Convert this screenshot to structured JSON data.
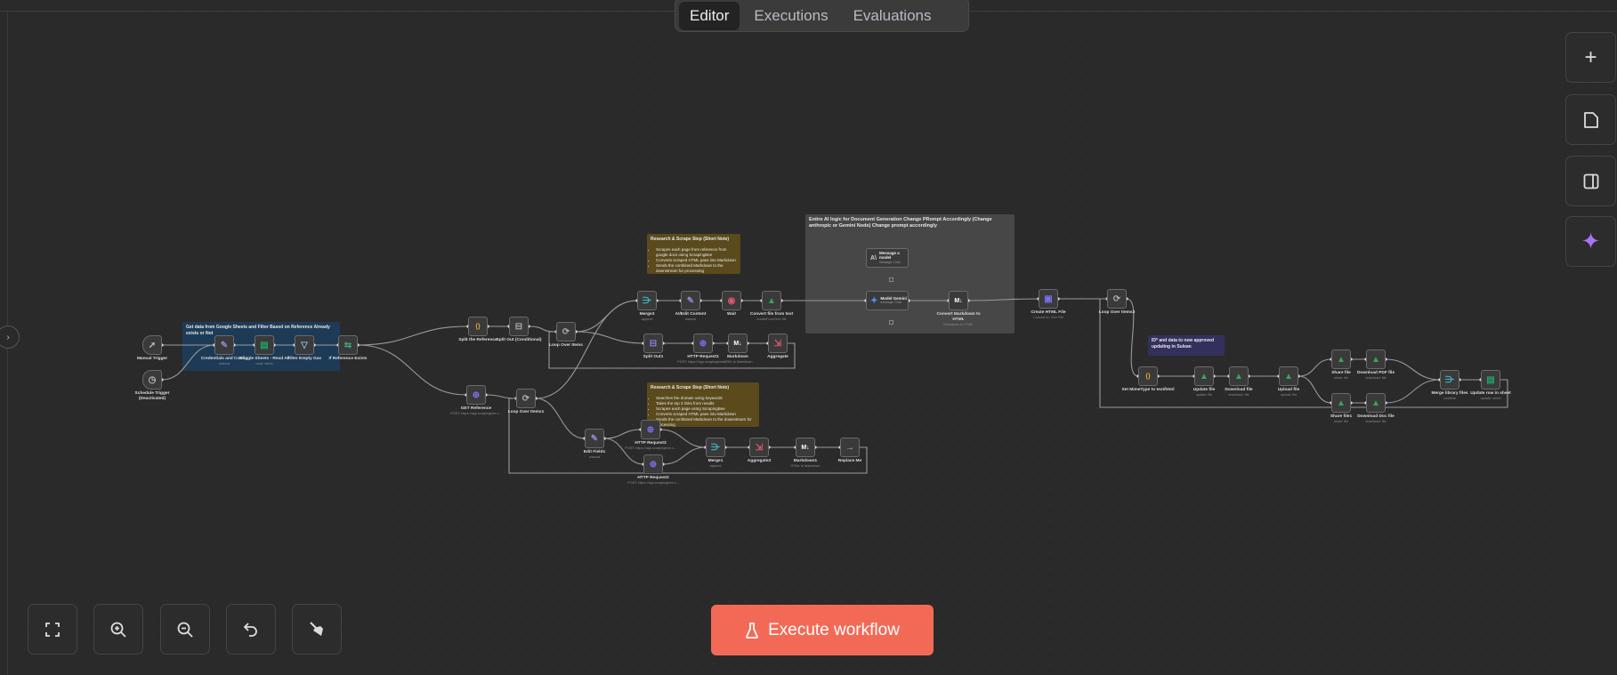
{
  "tabs": [
    {
      "label": "Editor",
      "active": true
    },
    {
      "label": "Executions",
      "active": false
    },
    {
      "label": "Evaluations",
      "active": false
    }
  ],
  "right_toolbar": [
    {
      "name": "add-node-button",
      "icon": "plus-icon",
      "glyph": "+"
    },
    {
      "name": "sticky-note-button",
      "icon": "note-icon",
      "glyph": "▢"
    },
    {
      "name": "toggle-panel-button",
      "icon": "panel-icon",
      "glyph": "◫"
    },
    {
      "name": "ai-assistant-button",
      "icon": "sparkle-icon",
      "glyph": "✦"
    }
  ],
  "bottom_toolbar": [
    {
      "name": "fit-view-button",
      "icon": "fullscreen-icon",
      "glyph": "⛶"
    },
    {
      "name": "zoom-in-button",
      "icon": "zoom-in-icon",
      "glyph": "⊕"
    },
    {
      "name": "zoom-out-button",
      "icon": "zoom-out-icon",
      "glyph": "⊖"
    },
    {
      "name": "undo-button",
      "icon": "undo-icon",
      "glyph": "↶"
    },
    {
      "name": "tidy-up-button",
      "icon": "broom-icon",
      "glyph": "🧹"
    }
  ],
  "execute": {
    "label": "Execute workflow",
    "icon": "flask-icon",
    "color": "#f26a56"
  },
  "stickies": [
    {
      "id": "s_blue",
      "title": "Get data from Google Sheets and Filter Based on Reference Already exists or Not",
      "bullets": [],
      "color": "#1d3b57"
    },
    {
      "id": "s_yellow1",
      "title": "Research & Scrape Step (Short Note)",
      "bullets": [
        "Scrapes each page from reference from google docs using ScrapingBee",
        "Converts scraped HTML pass into Markdown",
        "Sends the combined Markdown to the downstream for processing"
      ],
      "color": "#5a4a1c"
    },
    {
      "id": "s_gray",
      "title": "Entire AI logic for Document Generation Change PRompt Accordingly (Change anthropic or Gemini Node) Change prompt accordingly",
      "bullets": [],
      "color": "#474747"
    },
    {
      "id": "s_yellow2",
      "title": "Research & Scrape Step (Short Note)",
      "bullets": [
        "Searches the domain using keywords",
        "Takes the top 3 links from results",
        "Scrapes each page using ScrapingBee",
        "Converts scraped HTML pass into Markdown",
        "Sends the combined Markdown to the downstream for processing"
      ],
      "color": "#5a4a1c"
    },
    {
      "id": "s_purple",
      "title": "ID* and data to new approved updating in Sulean",
      "bullets": [],
      "color": "#33305e"
    }
  ],
  "nodes": [
    {
      "id": "manual",
      "label": "Manual Trigger",
      "sub": "",
      "icon": "cursor-icon",
      "glyph": "➚",
      "color": "#bbbbbb",
      "trigger": true
    },
    {
      "id": "schedule",
      "label": "Schedule Trigger (Deactivated)",
      "sub": "",
      "icon": "clock-icon",
      "glyph": "◷",
      "color": "#bbbbbb",
      "trigger": true
    },
    {
      "id": "creds",
      "label": "Credentials and Config",
      "sub": "manual",
      "icon": "pencil-icon",
      "glyph": "✎",
      "color": "#8d86c9"
    },
    {
      "id": "sheets",
      "label": "Google Sheets - Read All",
      "sub": "read: sheet",
      "icon": "google-sheets-icon",
      "glyph": "▤",
      "color": "#21a366"
    },
    {
      "id": "filter",
      "label": "Filter Empty Gas",
      "sub": "",
      "icon": "filter-icon",
      "glyph": "▽",
      "color": "#7db8d8"
    },
    {
      "id": "ifref",
      "label": "If Reference Exists",
      "sub": "",
      "icon": "if-icon",
      "glyph": "⇆",
      "color": "#3fa37a"
    },
    {
      "id": "splitref",
      "label": "Split the Reference",
      "sub": "",
      "icon": "code-braces-icon",
      "glyph": "{}",
      "color": "#e8a33d"
    },
    {
      "id": "splitout",
      "label": "Split Out (Conditional)",
      "sub": "",
      "icon": "split-out-icon",
      "glyph": "⊟",
      "color": "#aaaaaa"
    },
    {
      "id": "loop0",
      "label": "Loop Over Items",
      "sub": "",
      "icon": "loop-icon",
      "glyph": "⟳",
      "color": "#aaaaaa"
    },
    {
      "id": "merge3",
      "label": "Merge3",
      "sub": "append",
      "icon": "merge-icon",
      "glyph": "⋺",
      "color": "#3fb1c6"
    },
    {
      "id": "aiedit",
      "label": "AI/Edit Content",
      "sub": "manual",
      "icon": "pencil-icon",
      "glyph": "✎",
      "color": "#8d86c9"
    },
    {
      "id": "wait",
      "label": "Wait",
      "sub": "",
      "icon": "pause-icon",
      "glyph": "◉",
      "color": "#e0556a"
    },
    {
      "id": "convfile",
      "label": "Convert file from text",
      "sub": "createFromText: file",
      "icon": "google-drive-icon",
      "glyph": "▲",
      "color": "#34a853"
    },
    {
      "id": "splitout1",
      "label": "Split Out1",
      "sub": "",
      "icon": "split-out-icon",
      "glyph": "⊟",
      "color": "#8f7fe0"
    },
    {
      "id": "http1",
      "label": "HTTP Request1",
      "sub": "POST: https://app.scrapingbee.c...",
      "icon": "globe-icon",
      "glyph": "⊕",
      "color": "#7b6ff0"
    },
    {
      "id": "md",
      "label": "Markdown",
      "sub": "HTML to Markdown",
      "icon": "markdown-icon",
      "glyph": "M↓",
      "color": "#ffffff"
    },
    {
      "id": "agg",
      "label": "Aggregate",
      "sub": "",
      "icon": "aggregate-icon",
      "glyph": "⇲",
      "color": "#e0556a"
    },
    {
      "id": "msgmodel",
      "label": "Message a model",
      "sub": "message: Chat",
      "icon": "anthropic-icon",
      "glyph": "A\\",
      "color": "#cccccc",
      "wide": true
    },
    {
      "id": "gemini",
      "label": "Model Gemini",
      "sub": "message: Chat",
      "icon": "gemini-icon",
      "glyph": "✦",
      "color": "#5b8def",
      "wide": true
    },
    {
      "id": "md2html",
      "label": "Convert Markdown to HTML",
      "sub": "Markdown to HTML",
      "icon": "markdown-icon",
      "glyph": "M↓",
      "color": "#ffffff"
    },
    {
      "id": "createhtml",
      "label": "Create HTML File",
      "sub": "Convert to: Text File",
      "icon": "file-icon",
      "glyph": "▣",
      "color": "#7b6ff0"
    },
    {
      "id": "loop3",
      "label": "Loop Over Items3",
      "sub": "",
      "icon": "loop-icon",
      "glyph": "⟳",
      "color": "#aaaaaa"
    },
    {
      "id": "setmime",
      "label": "Set MimeType to text/html",
      "sub": "",
      "icon": "code-braces-icon",
      "glyph": "{}",
      "color": "#e8a33d"
    },
    {
      "id": "updfile",
      "label": "Update file",
      "sub": "update: file",
      "icon": "google-drive-icon",
      "glyph": "▲",
      "color": "#34a853"
    },
    {
      "id": "dlfile",
      "label": "Download file",
      "sub": "download: file",
      "icon": "google-drive-icon",
      "glyph": "▲",
      "color": "#34a853"
    },
    {
      "id": "upfile",
      "label": "Upload file",
      "sub": "upload: file",
      "icon": "google-drive-icon",
      "glyph": "▲",
      "color": "#34a853"
    },
    {
      "id": "share",
      "label": "Share file",
      "sub": "share: file",
      "icon": "google-drive-icon",
      "glyph": "▲",
      "color": "#34a853"
    },
    {
      "id": "dlpdf",
      "label": "Download PDF file",
      "sub": "download: file",
      "icon": "google-drive-icon",
      "glyph": "▲",
      "color": "#34a853"
    },
    {
      "id": "share1",
      "label": "Share file1",
      "sub": "share: file",
      "icon": "google-drive-icon",
      "glyph": "▲",
      "color": "#34a853"
    },
    {
      "id": "dldoc",
      "label": "Download Doc file",
      "sub": "download: file",
      "icon": "google-drive-icon",
      "glyph": "▲",
      "color": "#34a853"
    },
    {
      "id": "mergelib",
      "label": "Merge library files",
      "sub": "combine",
      "icon": "merge-icon",
      "glyph": "⋺",
      "color": "#3fb1c6"
    },
    {
      "id": "updrow",
      "label": "Update row in sheet",
      "sub": "update: sheet",
      "icon": "google-sheets-icon",
      "glyph": "▤",
      "color": "#21a366"
    },
    {
      "id": "getref",
      "label": "GET Reference",
      "sub": "POST: https://app.scrapingbee.c...",
      "icon": "globe-icon",
      "glyph": "⊕",
      "color": "#7b6ff0"
    },
    {
      "id": "loop1",
      "label": "Loop Over Items1",
      "sub": "",
      "icon": "loop-icon",
      "glyph": "⟳",
      "color": "#aaaaaa"
    },
    {
      "id": "editf",
      "label": "Edit Fields",
      "sub": "manual",
      "icon": "pencil-icon",
      "glyph": "✎",
      "color": "#8d86c9"
    },
    {
      "id": "http3",
      "label": "HTTP Request3",
      "sub": "POST: https://app.scrapingbee.c...",
      "icon": "globe-icon",
      "glyph": "⊕",
      "color": "#7b6ff0"
    },
    {
      "id": "http2",
      "label": "HTTP Request2",
      "sub": "POST: https://app.scrapingbee.c...",
      "icon": "globe-icon",
      "glyph": "⊕",
      "color": "#7b6ff0"
    },
    {
      "id": "merge1",
      "label": "Merge1",
      "sub": "append",
      "icon": "merge-icon",
      "glyph": "⋺",
      "color": "#3fb1c6"
    },
    {
      "id": "agg3",
      "label": "Aggregate3",
      "sub": "",
      "icon": "aggregate-icon",
      "glyph": "⇲",
      "color": "#e0556a"
    },
    {
      "id": "md1",
      "label": "Markdown1",
      "sub": "HTML to Markdown",
      "icon": "markdown-icon",
      "glyph": "M↓",
      "color": "#ffffff"
    },
    {
      "id": "replace",
      "label": "Replace Me",
      "sub": "",
      "icon": "arrow-right-icon",
      "glyph": "→",
      "color": "#bbbbbb"
    }
  ],
  "connections": [
    [
      "manual",
      "creds"
    ],
    [
      "schedule",
      "creds"
    ],
    [
      "creds",
      "sheets"
    ],
    [
      "sheets",
      "filter"
    ],
    [
      "filter",
      "ifref"
    ],
    [
      "ifref",
      "splitref"
    ],
    [
      "ifref",
      "getref"
    ],
    [
      "splitref",
      "splitout"
    ],
    [
      "splitout",
      "loop0"
    ],
    [
      "loop0",
      "merge3"
    ],
    [
      "loop0",
      "splitout1"
    ],
    [
      "loop1",
      "merge3"
    ],
    [
      "splitout1",
      "http1"
    ],
    [
      "http1",
      "md"
    ],
    [
      "md",
      "agg"
    ],
    [
      "merge3",
      "aiedit"
    ],
    [
      "aiedit",
      "wait"
    ],
    [
      "wait",
      "convfile"
    ],
    [
      "convfile",
      "gemini"
    ],
    [
      "gemini",
      "md2html"
    ],
    [
      "md2html",
      "createhtml"
    ],
    [
      "createhtml",
      "loop3"
    ],
    [
      "loop3",
      "setmime"
    ],
    [
      "setmime",
      "updfile"
    ],
    [
      "updfile",
      "dlfile"
    ],
    [
      "dlfile",
      "upfile"
    ],
    [
      "upfile",
      "share"
    ],
    [
      "upfile",
      "share1"
    ],
    [
      "share",
      "dlpdf"
    ],
    [
      "share1",
      "dldoc"
    ],
    [
      "dlpdf",
      "mergelib"
    ],
    [
      "dldoc",
      "mergelib"
    ],
    [
      "mergelib",
      "updrow"
    ],
    [
      "getref",
      "loop1"
    ],
    [
      "loop1",
      "editf"
    ],
    [
      "editf",
      "http3"
    ],
    [
      "editf",
      "http2"
    ],
    [
      "http3",
      "merge1"
    ],
    [
      "http2",
      "merge1"
    ],
    [
      "merge1",
      "agg3"
    ],
    [
      "agg3",
      "md1"
    ],
    [
      "md1",
      "replace"
    ]
  ],
  "loopbacks": [
    [
      "agg",
      "loop0"
    ],
    [
      "replace",
      "loop1"
    ],
    [
      "updrow",
      "loop3"
    ]
  ]
}
